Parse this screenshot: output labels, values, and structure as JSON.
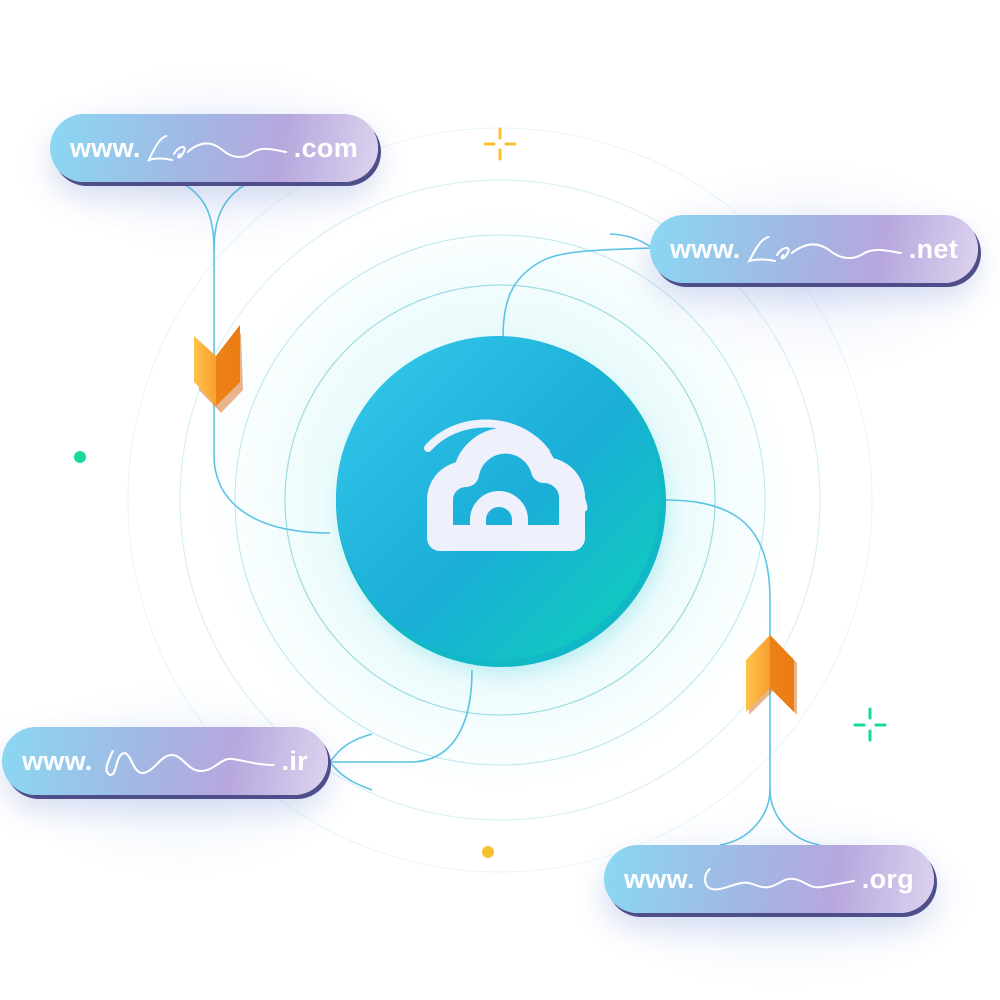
{
  "domains": [
    {
      "id": "com",
      "prefix": "www.",
      "suffix": ".com"
    },
    {
      "id": "net",
      "prefix": "www.",
      "suffix": ".net"
    },
    {
      "id": "ir",
      "prefix": "www.",
      "suffix": ".ir"
    },
    {
      "id": "org",
      "prefix": "www.",
      "suffix": ".org"
    }
  ],
  "icons": {
    "center": "cloud-icon",
    "arrow_down": "chevron-down-arrow-icon",
    "arrow_up": "chevron-up-arrow-icon",
    "sparkles": [
      "sparkle-icon-yellow",
      "sparkle-icon-green"
    ],
    "dots": [
      "dot-green",
      "dot-yellow"
    ]
  },
  "colors": {
    "circle_start": "#35c9ec",
    "circle_mid": "#1aaed8",
    "circle_end": "#0cd3b6",
    "ring": "#9edbe3",
    "connector": "#5cc3e4",
    "arrow_light": "#ffc24b",
    "arrow_dark": "#f07a12",
    "pill_shadow": "#4e4f8a",
    "sparkle_yellow": "#f7c22c",
    "sparkle_green": "#18d8a0"
  }
}
